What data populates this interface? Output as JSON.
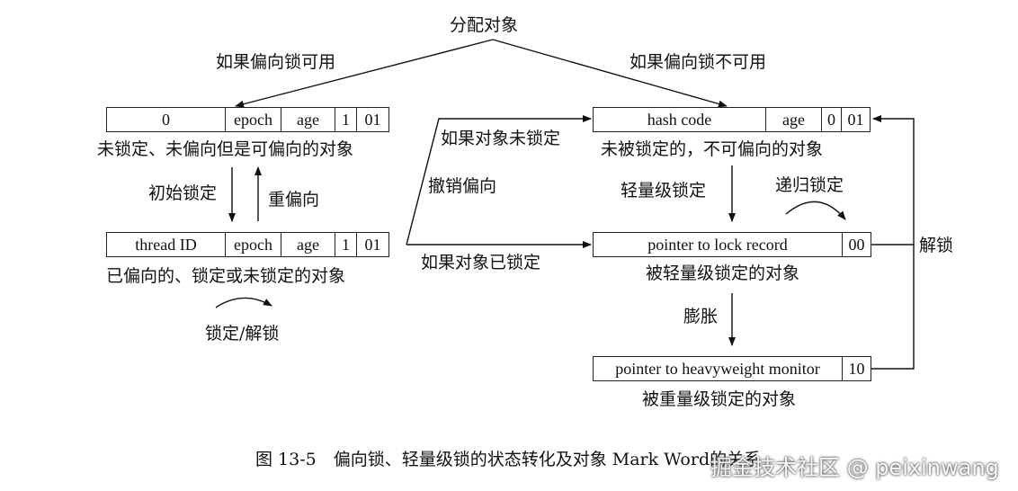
{
  "top_label": "分配对象",
  "branch_left": "如果偏向锁可用",
  "branch_right": "如果偏向锁不可用",
  "box_unlocked_biasable": {
    "cells": [
      "0",
      "epoch",
      "age",
      "1",
      "01"
    ],
    "caption": "未锁定、未偏向但是可偏向的对象"
  },
  "box_biased": {
    "cells": [
      "thread ID",
      "epoch",
      "age",
      "1",
      "01"
    ],
    "caption": "已偏向的、锁定或未锁定的对象"
  },
  "box_unlocked_nonbiasable": {
    "cells": [
      "hash code",
      "age",
      "0",
      "01"
    ],
    "caption": "未被锁定的，不可偏向的对象"
  },
  "box_lightweight": {
    "cells": [
      "pointer to lock record",
      "00"
    ],
    "caption": "被轻量级锁定的对象"
  },
  "box_heavyweight": {
    "cells": [
      "pointer to heavyweight monitor",
      "10"
    ],
    "caption": "被重量级锁定的对象"
  },
  "edges": {
    "init_lock": "初始锁定",
    "rebias": "重偏向",
    "lock_unlock": "锁定/解锁",
    "if_not_locked": "如果对象未锁定",
    "revoke_bias": "撤销偏向",
    "if_locked": "如果对象已锁定",
    "lightweight_lock": "轻量级锁定",
    "recursive_lock": "递归锁定",
    "inflate": "膨胀",
    "unlock": "解锁"
  },
  "figure_caption": "图 13-5　偏向锁、轻量级锁的状态转化及对象 Mark Word的关系",
  "watermark": "掘金技术社区 @ peixinwang"
}
